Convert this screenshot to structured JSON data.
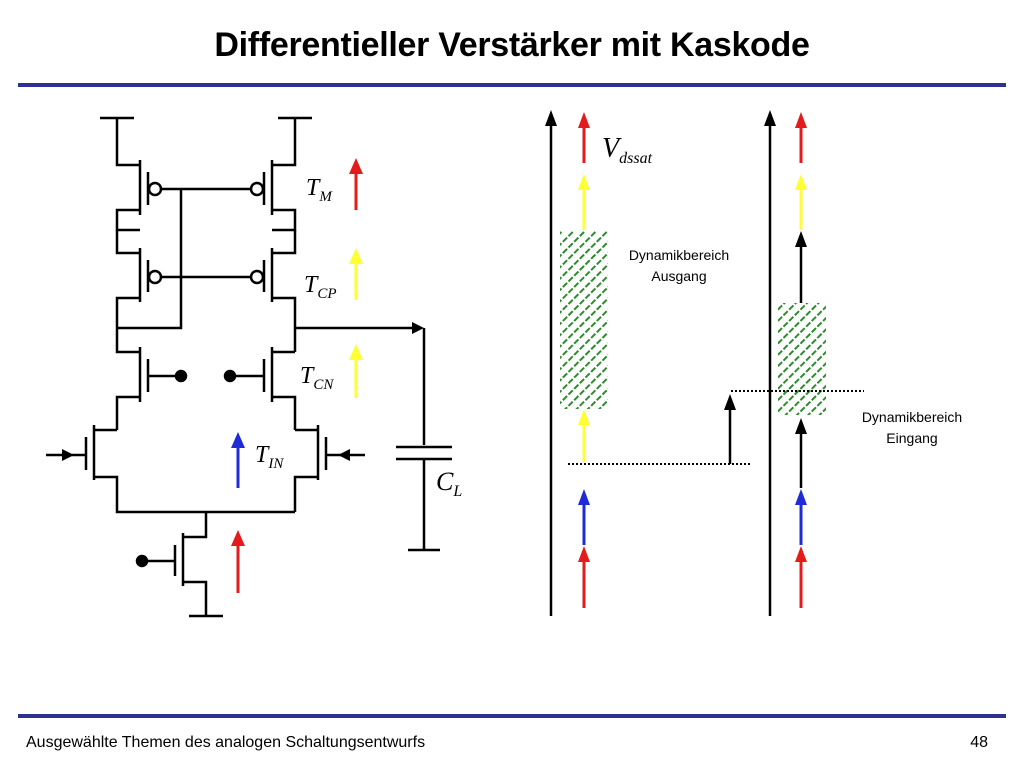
{
  "slide": {
    "title": "Differentieller Verstärker mit Kaskode",
    "footer_text": "Ausgewählte Themen des analogen Schaltungsentwurfs",
    "page_number": "48",
    "rule_color": "#2e3192"
  },
  "circuit": {
    "labels": [
      {
        "main": "T",
        "sub": "M"
      },
      {
        "main": "T",
        "sub": "CP"
      },
      {
        "main": "T",
        "sub": "CN"
      },
      {
        "main": "T",
        "sub": "IN"
      },
      {
        "main": "C",
        "sub": "L"
      }
    ]
  },
  "headroom": {
    "vdssat": {
      "main": "V",
      "sub": "dssat"
    },
    "output_range": [
      "Dynamikbereich",
      "Ausgang"
    ],
    "input_range": [
      "Dynamikbereich",
      "Eingang"
    ]
  },
  "colors": {
    "red": "#e41b1b",
    "yellow": "#ffff33",
    "blue": "#1f2bd6",
    "hatch_green": "#2e8b2e",
    "line": "#000000"
  },
  "icons": [
    "arrow-up-icon",
    "pmos-transistor-icon",
    "nmos-transistor-icon",
    "capacitor-icon"
  ]
}
